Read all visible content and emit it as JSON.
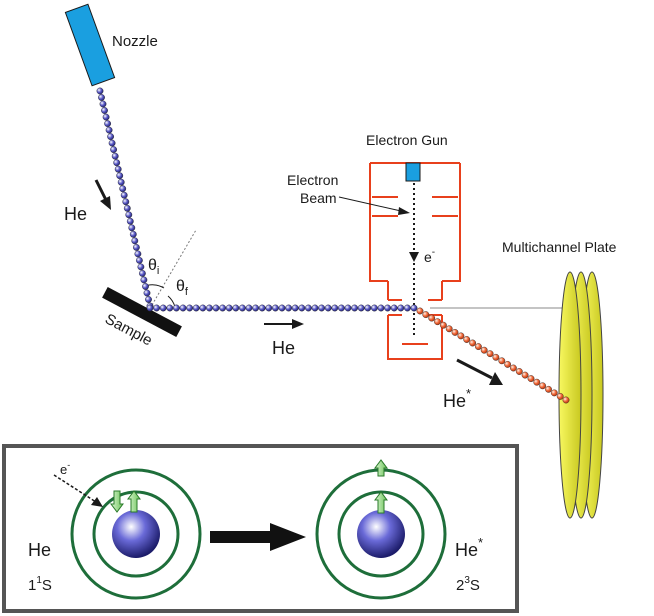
{
  "labels": {
    "nozzle": "Nozzle",
    "he_incoming": "He",
    "theta": "θ",
    "theta_i_sub": "i",
    "theta_f_sub": "f",
    "sample": "Sample",
    "he_scattered": "He",
    "electron_gun": "Electron Gun",
    "electron_beam_line1": "Electron",
    "electron_beam_line2": "Beam",
    "e_minus": "e",
    "minus_sup": "-",
    "multichannel_plate": "Multichannel Plate",
    "he_star": "He",
    "star_sup": "*"
  },
  "inset": {
    "e_minus": "e",
    "minus_sup": "-",
    "left_atom": {
      "name": "He",
      "state_pre": "1",
      "state_sup": "1",
      "state_letter": "S"
    },
    "right_atom": {
      "name": "He",
      "star": "*",
      "state_pre": "2",
      "state_sup": "3",
      "state_letter": "S"
    }
  },
  "colors": {
    "nozzle": "#1a9fe0",
    "he_beads": "#4a4ab0",
    "metastable_beads": "#f06a3a",
    "electron_gun": "#e8401c",
    "mcp": "#e6e63a",
    "orbit": "#1e6e3a",
    "spin_arrow": "#a6e39a",
    "nucleus": "#5050c8"
  }
}
